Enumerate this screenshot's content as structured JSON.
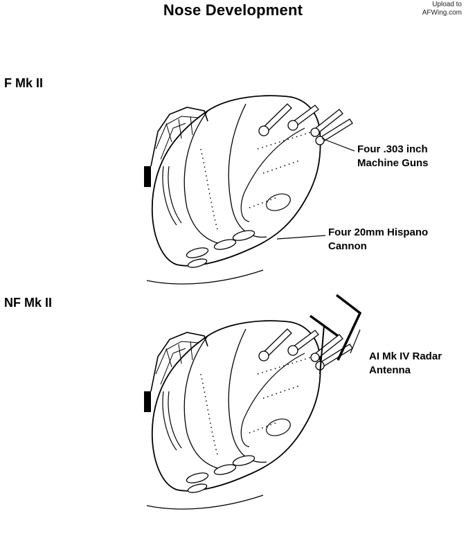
{
  "title": "Nose Development",
  "watermark": {
    "line1": "Upload to",
    "line2": "AFWing.com"
  },
  "variants": [
    {
      "label": "F Mk II",
      "callouts": [
        {
          "line1": "Four .303 inch",
          "line2": "Machine Guns"
        },
        {
          "line1": "Four 20mm Hispano",
          "line2": "Cannon"
        }
      ]
    },
    {
      "label": "NF Mk II",
      "callouts": [
        {
          "line1": "AI Mk IV Radar",
          "line2": "Antenna"
        }
      ]
    }
  ]
}
